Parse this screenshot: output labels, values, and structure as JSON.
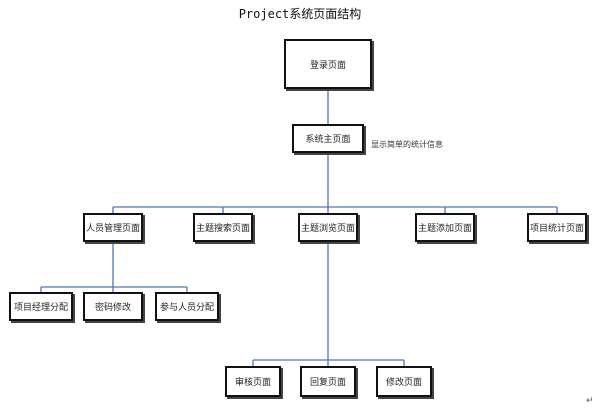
{
  "title": "Project系统页面结构",
  "nodes": {
    "login": "登录页面",
    "main": "系统主页面",
    "personnel": "人员管理页面",
    "topic_search": "主题搜索页面",
    "topic_browse": "主题浏览页面",
    "topic_add": "主题添加页面",
    "project_stats": "项目统计页面",
    "pm_assign": "项目经理分配",
    "password": "密码修改",
    "participant": "参与人员分配",
    "review": "审核页面",
    "reply": "回复页面",
    "edit": "修改页面"
  },
  "note": "显示简单的统计信息",
  "paragraph_mark": "↵",
  "colors": {
    "connector": "#4a7ab5",
    "border": "#111111"
  }
}
